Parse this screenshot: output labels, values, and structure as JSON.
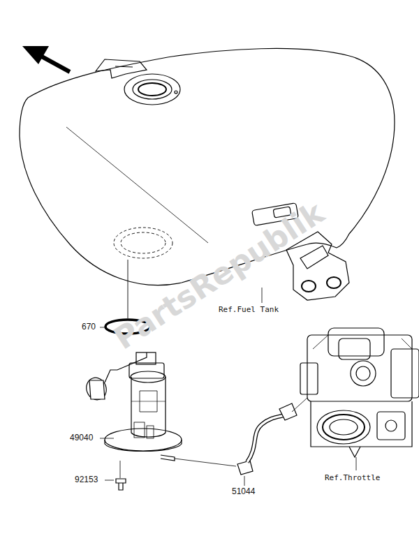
{
  "diagram": {
    "labels": [
      "Ref.Fuel Tank",
      "670",
      "49040",
      "92153",
      "51044",
      "Ref.Throttle",
      "PartsRepublik"
    ]
  }
}
